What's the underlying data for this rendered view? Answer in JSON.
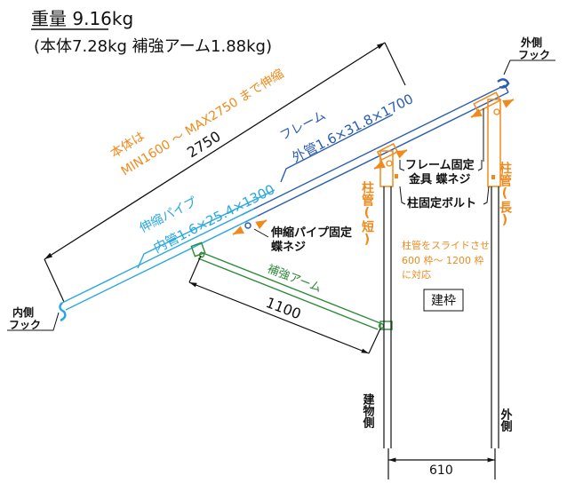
{
  "header": {
    "weight": "重量 9.16kg",
    "breakdown": "(本体7.28kg 補強アーム1.88kg)"
  },
  "labels": {
    "outer_hook_1": "外側",
    "outer_hook_2": "フック",
    "inner_hook_1": "内側",
    "inner_hook_2": "フック",
    "body_note_1": "本体は",
    "body_note_2": "MIN1600 ～ MAX2750 まで伸縮",
    "overall_length": "2750",
    "frame_name": "フレーム",
    "frame_spec": "外管1.6×31.8×1700",
    "pipe_name": "伸縮パイプ",
    "pipe_spec": "内管1.6×25.4×1300",
    "arm_name": "補強アーム",
    "arm_length": "1100",
    "frame_fix_1": "フレーム固定",
    "frame_fix_2": "金具 蝶ネジ",
    "post_bolt": "柱固定ボルト",
    "post_short": "柱管(短)",
    "post_long": "柱管(長)",
    "pipe_fix_1": "伸縮パイプ固定",
    "pipe_fix_2": "蝶ネジ",
    "slide_note_1": "柱管をスライドさせ",
    "slide_note_2": "600 枠～ 1200 枠",
    "slide_note_3": "に対応",
    "frame_box": "建枠",
    "building_side": "建物側",
    "outside": "外側",
    "width": "610"
  },
  "colors": {
    "orange": "#f08a1c",
    "frame_blue": "#2a5db0",
    "pipe_blue": "#29a8e0",
    "arm_green": "#2e8b3a"
  }
}
